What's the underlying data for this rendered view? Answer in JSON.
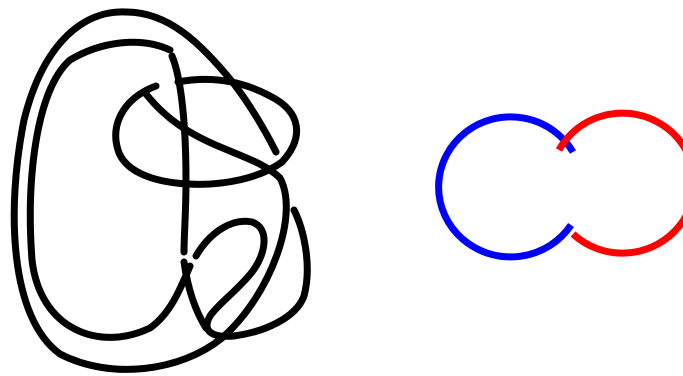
{
  "figure": {
    "background": "#ffffff",
    "knot": {
      "name": "knot-diagram",
      "color": "#000000"
    },
    "link": {
      "name": "hopf-link",
      "components": [
        {
          "name": "blue-ring",
          "color": "#0000ff"
        },
        {
          "name": "red-ring",
          "color": "#ff0000"
        }
      ]
    }
  }
}
